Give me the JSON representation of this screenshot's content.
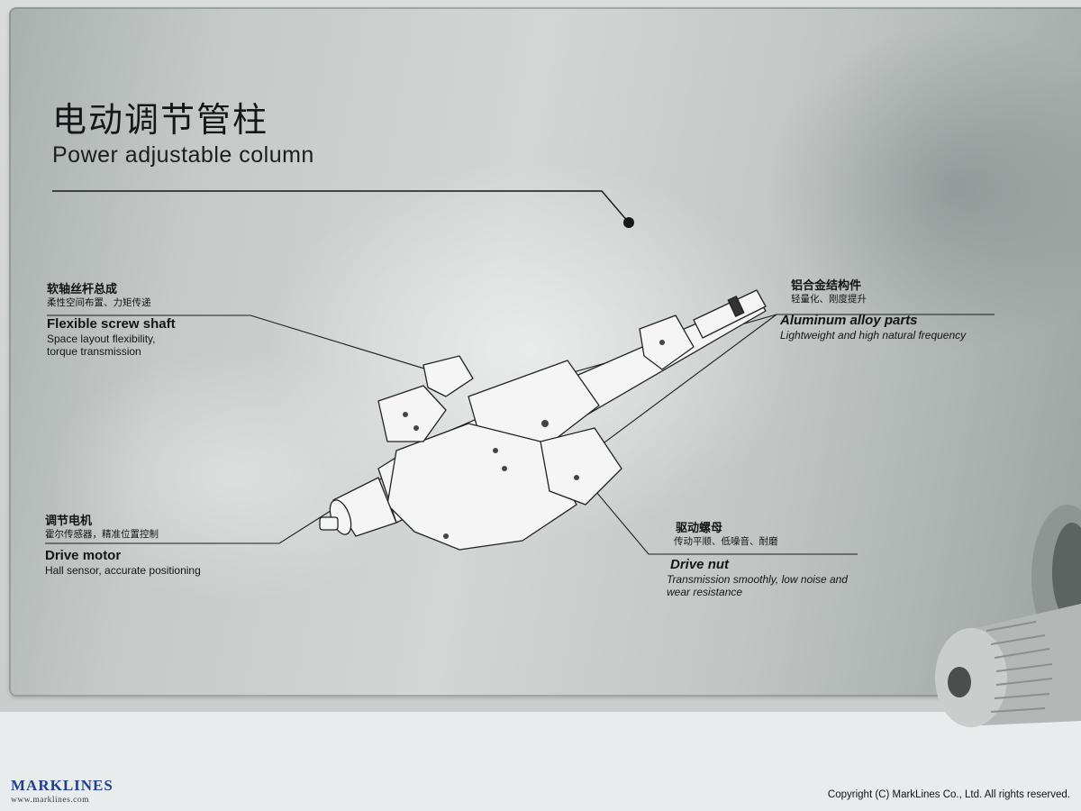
{
  "title": {
    "cn": "电动调节管柱",
    "en": "Power adjustable column"
  },
  "callouts": {
    "flexible_screw_shaft": {
      "cn_title": "软轴丝杆总成",
      "cn_desc": "柔性空间布置、力矩传递",
      "en_title": "Flexible screw shaft",
      "en_desc_line1": "Space layout flexibility,",
      "en_desc_line2": "torque transmission"
    },
    "aluminum_alloy_parts": {
      "cn_title": "铝合金结构件",
      "cn_desc": "轻量化、刚度提升",
      "en_title": "Aluminum alloy parts",
      "en_desc": "Lightweight and high natural frequency"
    },
    "drive_motor": {
      "cn_title": "调节电机",
      "cn_desc": "霍尔传感器，精准位置控制",
      "en_title": "Drive motor",
      "en_desc": "Hall sensor, accurate positioning"
    },
    "drive_nut": {
      "cn_title": "驱动螺母",
      "cn_desc": "传动平顺、低噪音、耐磨",
      "en_title": "Drive nut",
      "en_desc_line1": "Transmission smoothly, low noise and",
      "en_desc_line2": "wear resistance"
    }
  },
  "watermark": {
    "logo": "MARKLINES",
    "url": "www.marklines.com",
    "copyright": "Copyright (C) MarkLines Co., Ltd. All rights reserved."
  },
  "colors": {
    "panel": "#c5cac8",
    "text": "#151718",
    "logo_blue": "#1f3f8f"
  }
}
